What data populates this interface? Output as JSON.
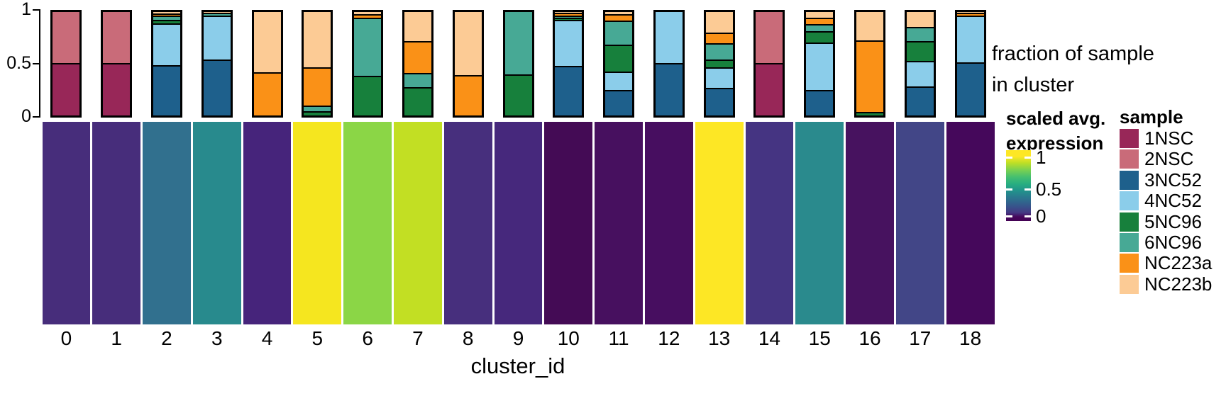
{
  "figure": {
    "x_axis_title": "cluster_id",
    "bar_y_ticks": [
      "1",
      "0.5",
      "0"
    ],
    "bar_legend_title": [
      "fraction of sample",
      "in cluster"
    ],
    "expr_legend_title": [
      "scaled avg.",
      "expression"
    ],
    "expr_legend_ticks": [
      "1",
      "0.5",
      "0"
    ],
    "sample_legend_title": "sample"
  },
  "clusters": [
    "0",
    "1",
    "2",
    "3",
    "4",
    "5",
    "6",
    "7",
    "8",
    "9",
    "10",
    "11",
    "12",
    "13",
    "14",
    "15",
    "16",
    "17",
    "18"
  ],
  "samples": [
    {
      "name": "1NSC",
      "color": "#982758"
    },
    {
      "name": "2NSC",
      "color": "#C96B79"
    },
    {
      "name": "3NC52",
      "color": "#1E608C"
    },
    {
      "name": "4NC52",
      "color": "#8BCDEA"
    },
    {
      "name": "5NC96",
      "color": "#17803C"
    },
    {
      "name": "6NC96",
      "color": "#47A995"
    },
    {
      "name": "NC223a",
      "color": "#FA9117"
    },
    {
      "name": "NC223b",
      "color": "#FCCB95"
    }
  ],
  "chart_data": [
    {
      "type": "bar",
      "stacked": true,
      "title": "fraction of sample in cluster",
      "categories": [
        0,
        1,
        2,
        3,
        4,
        5,
        6,
        7,
        8,
        9,
        10,
        11,
        12,
        13,
        14,
        15,
        16,
        17,
        18
      ],
      "xlabel": "cluster_id",
      "ylabel": "fraction of sample in cluster",
      "ylim": [
        0,
        1
      ],
      "yticks": [
        0,
        0.5,
        1
      ],
      "legend_title": "sample",
      "legend_position": "right",
      "stack_order": "bottom_to_top",
      "series": [
        {
          "name": "1NSC",
          "color": "#982758",
          "values": [
            0.5,
            0.5,
            0,
            0,
            0,
            0,
            0,
            0,
            0,
            0,
            0,
            0,
            0,
            0,
            0.5,
            0,
            0,
            0,
            0
          ]
        },
        {
          "name": "2NSC",
          "color": "#C96B79",
          "values": [
            0.5,
            0.5,
            0,
            0,
            0,
            0,
            0,
            0,
            0,
            0,
            0,
            0,
            0,
            0,
            0.5,
            0,
            0,
            0,
            0
          ]
        },
        {
          "name": "3NC52",
          "color": "#1E608C",
          "values": [
            0,
            0,
            0.51,
            0.55,
            0,
            0,
            0,
            0,
            0,
            0,
            0.5,
            0.25,
            0.5,
            0.27,
            0,
            0.25,
            0,
            0.28,
            0.52
          ]
        },
        {
          "name": "4NC52",
          "color": "#8BCDEA",
          "values": [
            0,
            0,
            0.42,
            0.43,
            0,
            0,
            0,
            0,
            0,
            0,
            0.46,
            0.18,
            0.5,
            0.2,
            0,
            0.48,
            0,
            0.25,
            0.46
          ]
        },
        {
          "name": "5NC96",
          "color": "#17803C",
          "values": [
            0,
            0,
            0.015,
            0,
            0,
            0.03,
            0.385,
            0.27,
            0,
            0.39,
            0.01,
            0.26,
            0,
            0.07,
            0,
            0.1,
            0.02,
            0.19,
            0
          ]
        },
        {
          "name": "6NC96",
          "color": "#47A995",
          "values": [
            0,
            0,
            0.03,
            0.01,
            0,
            0.04,
            0.575,
            0.13,
            0,
            0.61,
            0.01,
            0.24,
            0,
            0.15,
            0,
            0.06,
            0,
            0.13,
            0
          ]
        },
        {
          "name": "NC223a",
          "color": "#FA9117",
          "values": [
            0,
            0,
            0.01,
            0,
            0.41,
            0.37,
            0.02,
            0.31,
            0.38,
            0,
            0.01,
            0.05,
            0,
            0.1,
            0,
            0.05,
            0.7,
            0,
            0.01
          ]
        },
        {
          "name": "NC223b",
          "color": "#FCCB95",
          "values": [
            0,
            0,
            0.015,
            0.01,
            0.59,
            0.56,
            0.02,
            0.29,
            0.62,
            0,
            0.01,
            0.02,
            0,
            0.21,
            0,
            0.06,
            0.28,
            0.15,
            0.01
          ]
        }
      ]
    },
    {
      "type": "heatmap",
      "title": "scaled avg. expression",
      "categories": [
        0,
        1,
        2,
        3,
        4,
        5,
        6,
        7,
        8,
        9,
        10,
        11,
        12,
        13,
        14,
        15,
        16,
        17,
        18
      ],
      "xlabel": "cluster_id",
      "rows": 1,
      "values": [
        0.13,
        0.13,
        0.44,
        0.54,
        0.1,
        0.97,
        0.81,
        0.88,
        0.13,
        0.12,
        0.02,
        0.06,
        0.05,
        1.0,
        0.16,
        0.55,
        0.06,
        0.24,
        0.03
      ],
      "value_range": [
        0,
        1
      ],
      "colorscale": "viridis",
      "colorbar_ticks": [
        1,
        0.5,
        0
      ],
      "tile_colors": [
        "#472D7B",
        "#472D7B",
        "#31708E",
        "#288A8D",
        "#46247B",
        "#F5E61F",
        "#8BD646",
        "#C2DF23",
        "#472F7D",
        "#46287C",
        "#440B55",
        "#47105F",
        "#470E60",
        "#FDE725",
        "#453482",
        "#2A8A8D",
        "#47125F",
        "#424687",
        "#45085B"
      ]
    }
  ]
}
